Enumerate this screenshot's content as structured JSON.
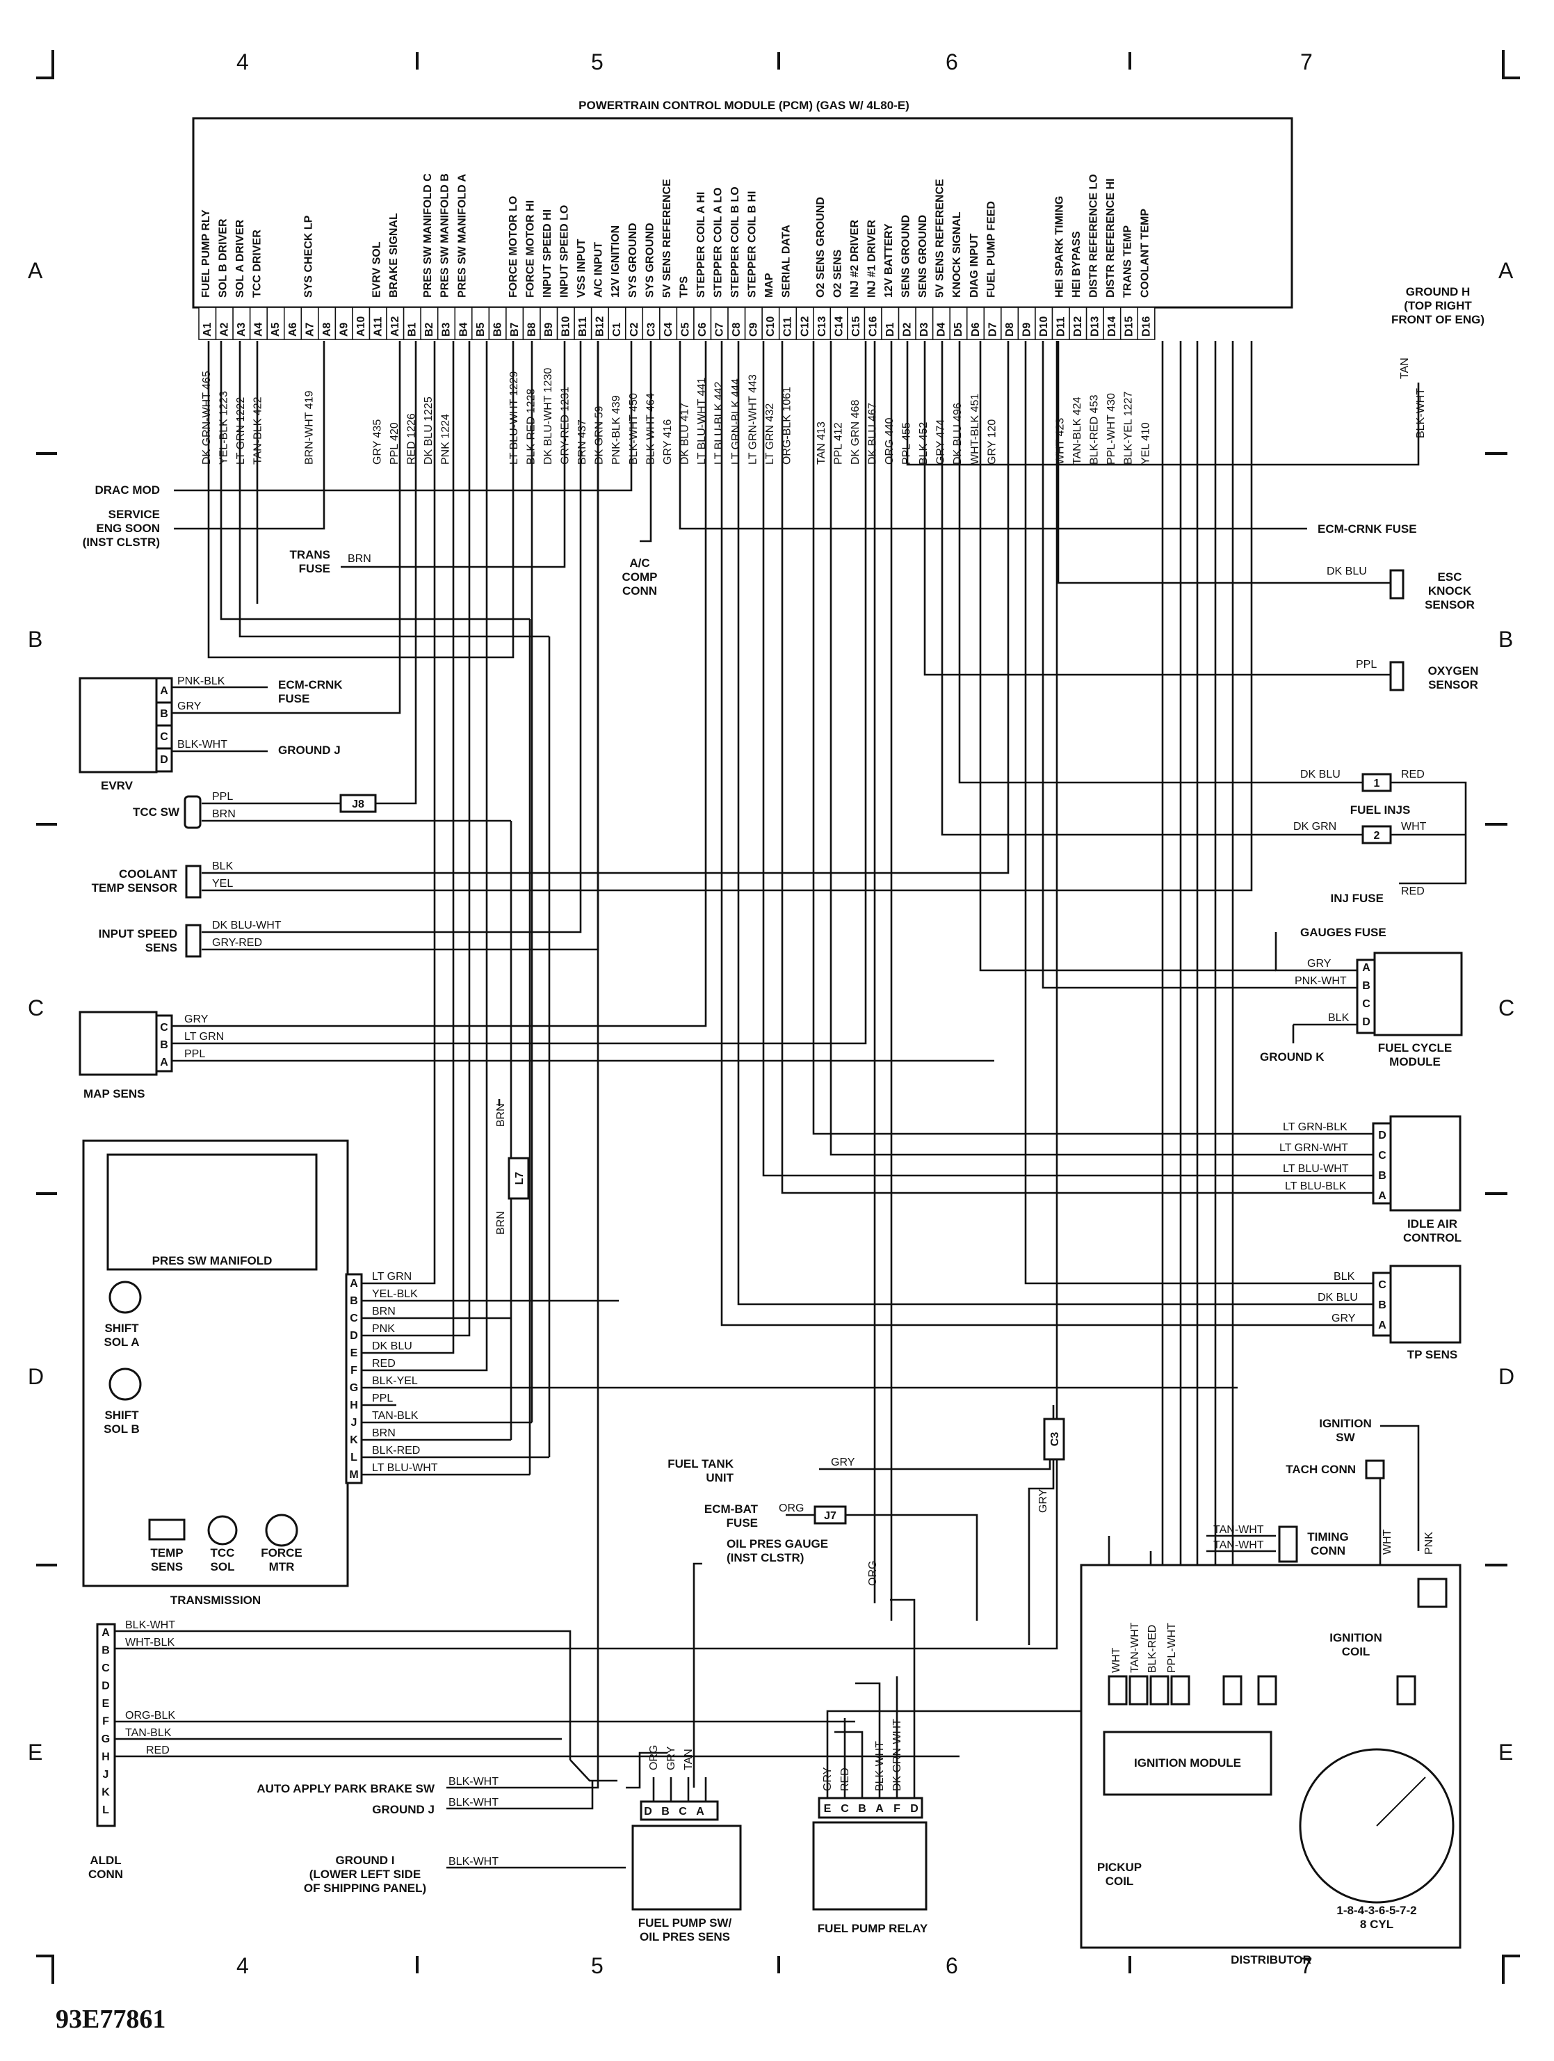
{
  "title": "POWERTRAIN CONTROL MODULE (PCM) (GAS W/ 4L80-E)",
  "drawing_number": "93E77861",
  "grid": {
    "columns": [
      "4",
      "5",
      "6",
      "7"
    ],
    "rows": [
      "A",
      "B",
      "C",
      "D",
      "E"
    ]
  },
  "pcm_pins": [
    {
      "pin": "A1",
      "signal": "FUEL PUMP RLY",
      "wire": "DK GRN-WHT 465"
    },
    {
      "pin": "A2",
      "signal": "SOL B DRIVER",
      "wire": "YEL-BLK 1223"
    },
    {
      "pin": "A3",
      "signal": "SOL A DRIVER",
      "wire": "LT GRN 1222"
    },
    {
      "pin": "A4",
      "signal": "TCC DRIVER",
      "wire": "TAN-BLK 422"
    },
    {
      "pin": "A5",
      "signal": "",
      "wire": ""
    },
    {
      "pin": "A6",
      "signal": "",
      "wire": ""
    },
    {
      "pin": "A7",
      "signal": "SYS CHECK LP",
      "wire": "BRN-WHT 419"
    },
    {
      "pin": "A8",
      "signal": "",
      "wire": ""
    },
    {
      "pin": "A9",
      "signal": "",
      "wire": ""
    },
    {
      "pin": "A10",
      "signal": "",
      "wire": ""
    },
    {
      "pin": "A11",
      "signal": "EVRV SOL",
      "wire": "GRY 435"
    },
    {
      "pin": "A12",
      "signal": "BRAKE SIGNAL",
      "wire": "PPL 420"
    },
    {
      "pin": "B1",
      "signal": "",
      "wire": "RED 1226"
    },
    {
      "pin": "B2",
      "signal": "PRES SW MANIFOLD C",
      "wire": "DK BLU 1225"
    },
    {
      "pin": "B3",
      "signal": "PRES SW MANIFOLD B",
      "wire": "PNK 1224"
    },
    {
      "pin": "B4",
      "signal": "PRES SW MANIFOLD A",
      "wire": ""
    },
    {
      "pin": "B5",
      "signal": "",
      "wire": ""
    },
    {
      "pin": "B6",
      "signal": "",
      "wire": ""
    },
    {
      "pin": "B7",
      "signal": "FORCE MOTOR LO",
      "wire": "LT BLU-WHT 1229"
    },
    {
      "pin": "B8",
      "signal": "FORCE MOTOR HI",
      "wire": "BLK-RED 1228"
    },
    {
      "pin": "B9",
      "signal": "INPUT SPEED HI",
      "wire": "DK BLU-WHT 1230"
    },
    {
      "pin": "B10",
      "signal": "INPUT SPEED LO",
      "wire": "GRY-RED 1231"
    },
    {
      "pin": "B11",
      "signal": "VSS INPUT",
      "wire": "BRN 437"
    },
    {
      "pin": "B12",
      "signal": "A/C INPUT",
      "wire": "DK GRN 59"
    },
    {
      "pin": "C1",
      "signal": "12V IGNITION",
      "wire": "PNK-BLK 439"
    },
    {
      "pin": "C2",
      "signal": "SYS GROUND",
      "wire": "BLK-WHT 450"
    },
    {
      "pin": "C3",
      "signal": "SYS GROUND",
      "wire": "BLK-WHT 464"
    },
    {
      "pin": "C4",
      "signal": "5V SENS REFERENCE",
      "wire": "GRY 416"
    },
    {
      "pin": "C5",
      "signal": "TPS",
      "wire": "DK BLU 417"
    },
    {
      "pin": "C6",
      "signal": "STEPPER COIL A HI",
      "wire": "LT BLU-WHT 441"
    },
    {
      "pin": "C7",
      "signal": "STEPPER COIL A LO",
      "wire": "LT BLU-BLK 442"
    },
    {
      "pin": "C8",
      "signal": "STEPPER COIL B LO",
      "wire": "LT GRN-BLK 444"
    },
    {
      "pin": "C9",
      "signal": "STEPPER COIL B HI",
      "wire": "LT GRN-WHT 443"
    },
    {
      "pin": "C10",
      "signal": "MAP",
      "wire": "LT GRN 432"
    },
    {
      "pin": "C11",
      "signal": "SERIAL DATA",
      "wire": "ORG-BLK 1061"
    },
    {
      "pin": "C12",
      "signal": "",
      "wire": ""
    },
    {
      "pin": "C13",
      "signal": "O2 SENS GROUND",
      "wire": "TAN 413"
    },
    {
      "pin": "C14",
      "signal": "O2 SENS",
      "wire": "PPL 412"
    },
    {
      "pin": "C15",
      "signal": "INJ #2 DRIVER",
      "wire": "DK GRN 468"
    },
    {
      "pin": "C16",
      "signal": "INJ #1 DRIVER",
      "wire": "DK BLU 467"
    },
    {
      "pin": "D1",
      "signal": "12V BATTERY",
      "wire": "ORG 440"
    },
    {
      "pin": "D2",
      "signal": "SENS GROUND",
      "wire": "PPL 455"
    },
    {
      "pin": "D3",
      "signal": "SENS GROUND",
      "wire": "BLK 452"
    },
    {
      "pin": "D4",
      "signal": "5V SENS REFERENCE",
      "wire": "GRY 474"
    },
    {
      "pin": "D5",
      "signal": "KNOCK SIGNAL",
      "wire": "DK BLU 496"
    },
    {
      "pin": "D6",
      "signal": "DIAG INPUT",
      "wire": "WHT-BLK 451"
    },
    {
      "pin": "D7",
      "signal": "FUEL PUMP FEED",
      "wire": "GRY 120"
    },
    {
      "pin": "D8",
      "signal": "",
      "wire": ""
    },
    {
      "pin": "D9",
      "signal": "",
      "wire": ""
    },
    {
      "pin": "D10",
      "signal": "",
      "wire": ""
    },
    {
      "pin": "D11",
      "signal": "HEI SPARK TIMING",
      "wire": "WHT 423"
    },
    {
      "pin": "D12",
      "signal": "HEI BYPASS",
      "wire": "TAN-BLK 424"
    },
    {
      "pin": "D13",
      "signal": "DISTR REFERENCE LO",
      "wire": "BLK-RED 453"
    },
    {
      "pin": "D14",
      "signal": "DISTR REFERENCE HI",
      "wire": "PPL-WHT 430"
    },
    {
      "pin": "D15",
      "signal": "TRANS TEMP",
      "wire": "BLK-YEL 1227"
    },
    {
      "pin": "D16",
      "signal": "COOLANT TEMP",
      "wire": "YEL 410"
    }
  ],
  "labels": {
    "ground_h": [
      "GROUND H",
      "(TOP RIGHT",
      "FRONT OF ENG)"
    ],
    "drac_mod": "DRAC MOD",
    "service_eng_soon": [
      "SERVICE",
      "ENG SOON",
      "(INST CLSTR)"
    ],
    "trans_fuse": [
      "TRANS",
      "FUSE"
    ],
    "ac_comp_conn": [
      "A/C",
      "COMP",
      "CONN"
    ],
    "ecm_crnk_fuse_right": "ECM-CRNK FUSE",
    "esc_knock_sensor": [
      "ESC",
      "KNOCK",
      "SENSOR"
    ],
    "oxygen_sensor": [
      "OXYGEN",
      "SENSOR"
    ],
    "evrv": "EVRV",
    "ecm_crnk_fuse_left": [
      "ECM-CRNK",
      "FUSE"
    ],
    "ground_j": "GROUND J",
    "tcc_sw": "TCC SW",
    "fuel_injs": "FUEL INJS",
    "inj_fuse": "INJ FUSE",
    "coolant_temp_sensor": [
      "COOLANT",
      "TEMP SENSOR"
    ],
    "input_speed_sens": [
      "INPUT SPEED",
      "SENS"
    ],
    "gauges_fuse": "GAUGES FUSE",
    "ground_k": "GROUND K",
    "fuel_cycle_module": [
      "FUEL CYCLE",
      "MODULE"
    ],
    "map_sens": "MAP SENS",
    "idle_air_control": [
      "IDLE AIR",
      "CONTROL"
    ],
    "pres_sw_manifold": "PRES SW MANIFOLD",
    "shift_sol_a": [
      "SHIFT",
      "SOL A"
    ],
    "shift_sol_b": [
      "SHIFT",
      "SOL B"
    ],
    "tp_sens": "TP SENS",
    "temp_sens": [
      "TEMP",
      "SENS"
    ],
    "tcc_sol": [
      "TCC",
      "SOL"
    ],
    "force_mtr": [
      "FORCE",
      "MTR"
    ],
    "transmission": "TRANSMISSION",
    "ignition_sw": [
      "IGNITION",
      "SW"
    ],
    "tach_conn": "TACH CONN",
    "fuel_tank_unit": [
      "FUEL TANK",
      "UNIT"
    ],
    "timing_conn": [
      "TIMING",
      "CONN"
    ],
    "ecm_bat_fuse": [
      "ECM-BAT",
      "FUSE"
    ],
    "oil_pres_gauge": [
      "OIL PRES GAUGE",
      "(INST CLSTR)"
    ],
    "ignition_coil": [
      "IGNITION",
      "COIL"
    ],
    "auto_apply_park_brake_sw": "AUTO APPLY PARK BRAKE SW",
    "ground_j2": "GROUND J",
    "ground_i": [
      "GROUND I",
      "(LOWER LEFT SIDE",
      "OF SHIPPING PANEL)"
    ],
    "aldl_conn": [
      "ALDL",
      "CONN"
    ],
    "fuel_pump_sw": [
      "FUEL PUMP SW/",
      "OIL PRES SENS"
    ],
    "fuel_pump_relay": "FUEL PUMP RELAY",
    "ignition_module": "IGNITION MODULE",
    "pickup_coil": [
      "PICKUP",
      "COIL"
    ],
    "firing_order": [
      "1-8-4-3-6-5-7-2",
      "8 CYL"
    ],
    "distributor": "DISTRIBUTOR"
  },
  "splices": [
    "J8",
    "L7",
    "C3",
    "J7"
  ],
  "injector_numbers": [
    "1",
    "2"
  ],
  "wire_colors": {
    "tan": "TAN",
    "blk_wht": "BLK-WHT",
    "brn": "BRN",
    "dk_blu": "DK BLU",
    "ppl": "PPL",
    "red": "RED",
    "wht": "WHT",
    "pnk_blk": "PNK-BLK",
    "gry": "GRY",
    "tcc_ppl": "PPL",
    "tcc_brn": "BRN",
    "blk": "BLK",
    "yel": "YEL",
    "dk_blu_wht": "DK BLU-WHT",
    "gry_red": "GRY-RED",
    "lt_grn": "LT GRN",
    "dk_grn": "DK GRN",
    "pnk_wht": "PNK-WHT",
    "lt_grn_blk": "LT GRN-BLK",
    "lt_grn_wht": "LT GRN-WHT",
    "lt_blu_wht": "LT BLU-WHT",
    "lt_blu_blk": "LT BLU-BLK",
    "yel_blk": "YEL-BLK",
    "pnk": "PNK",
    "blk_yel": "BLK-YEL",
    "tan_blk": "TAN-BLK",
    "blk_red": "BLK-RED",
    "org": "ORG",
    "tan_wht": "TAN-WHT",
    "pnk2": "PNK",
    "ppl_wht": "PPL-WHT",
    "org_blk": "ORG-BLK",
    "wht_blk": "WHT-BLK",
    "blk_wht_dk_grn": "BLK-WHT",
    "dk_grn_wht": "DK GRN-WHT"
  },
  "pin_letters": {
    "abcd": [
      "A",
      "B",
      "C",
      "D"
    ],
    "cba": [
      "C",
      "B",
      "A"
    ],
    "dcba": [
      "D",
      "C",
      "B",
      "A"
    ],
    "trans": [
      "A",
      "B",
      "C",
      "D",
      "E",
      "F",
      "G",
      "H",
      "J",
      "K",
      "L",
      "M"
    ],
    "aldl": [
      "A",
      "B",
      "C",
      "D",
      "E",
      "F",
      "G",
      "H",
      "J",
      "K",
      "L"
    ],
    "fpsw": [
      "D",
      "B",
      "C",
      "A"
    ],
    "relay": [
      "E",
      "C",
      "B",
      "A",
      "F",
      "D"
    ]
  }
}
